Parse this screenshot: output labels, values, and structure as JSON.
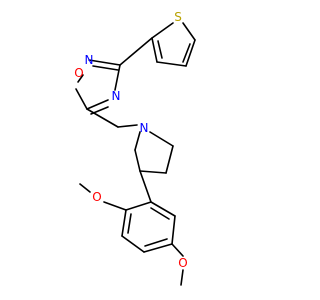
{
  "molecule": {
    "atoms": {
      "S_thio": {
        "label": "S",
        "color": "#b8a200"
      },
      "O_oxadiazole": {
        "label": "O",
        "color": "#ff0000"
      },
      "N2_oxadiazole": {
        "label": "N",
        "color": "#0000ff"
      },
      "N4_oxadiazole": {
        "label": "N",
        "color": "#0000ff"
      },
      "N_pyrrolidine": {
        "label": "N",
        "color": "#0000ff"
      },
      "O_methoxy_top": {
        "label": "O",
        "color": "#ff0000"
      },
      "O_methoxy_bottom": {
        "label": "O",
        "color": "#ff0000"
      }
    }
  }
}
